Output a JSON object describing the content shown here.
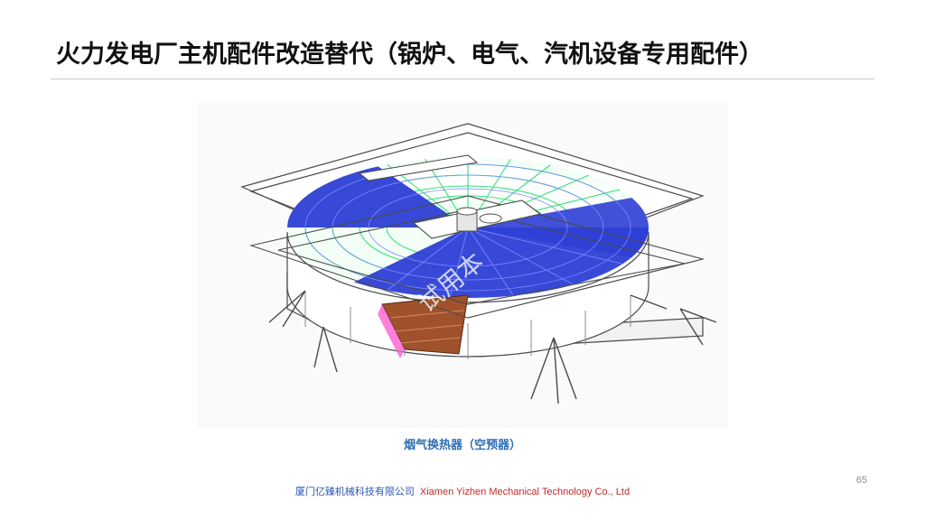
{
  "title": "火力发电厂主机配件改造替代（锅炉、电气、汽机设备专用配件）",
  "figure": {
    "caption": "烟气换热器（空预器）",
    "watermark": "试用本",
    "colors": {
      "sector_blue": "#2d3fd6",
      "grid_green": "#39e27a",
      "basket_brown": "#a0522d",
      "seal_pink": "#ff5fd0",
      "frame": "#4a4a4a"
    }
  },
  "page_number": "65",
  "footer": {
    "company_cn": "厦门亿臻机械科技有限公司",
    "company_en": "Xiamen Yizhen Mechanical Technology Co., Ltd"
  }
}
